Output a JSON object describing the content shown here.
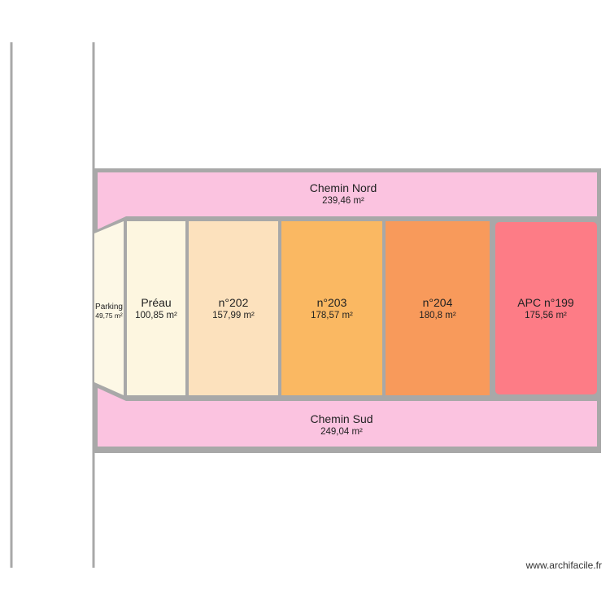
{
  "rooms": {
    "chemin_nord": {
      "name": "Chemin Nord",
      "area": "239,46 m²",
      "color": "#fbc3e0"
    },
    "parking": {
      "name": "Parking",
      "area": "49,75 m²",
      "color": "#fdf8e6"
    },
    "preau": {
      "name": "Préau",
      "area": "100,85 m²",
      "color": "#fdf6e0"
    },
    "n202": {
      "name": "n°202",
      "area": "157,99 m²",
      "color": "#fce1bd"
    },
    "n203": {
      "name": "n°203",
      "area": "178,57 m²",
      "color": "#fab862"
    },
    "n204": {
      "name": "n°204",
      "area": "180,8 m²",
      "color": "#f89a5b"
    },
    "apc199": {
      "name": "APC n°199",
      "area": "175,56 m²",
      "color": "#fd7c86"
    },
    "chemin_sud": {
      "name": "Chemin Sud",
      "area": "249,04 m²",
      "color": "#fbc3e0"
    }
  },
  "wall_color": "#a8a8a8",
  "watermark": "www.archifacile.fr"
}
